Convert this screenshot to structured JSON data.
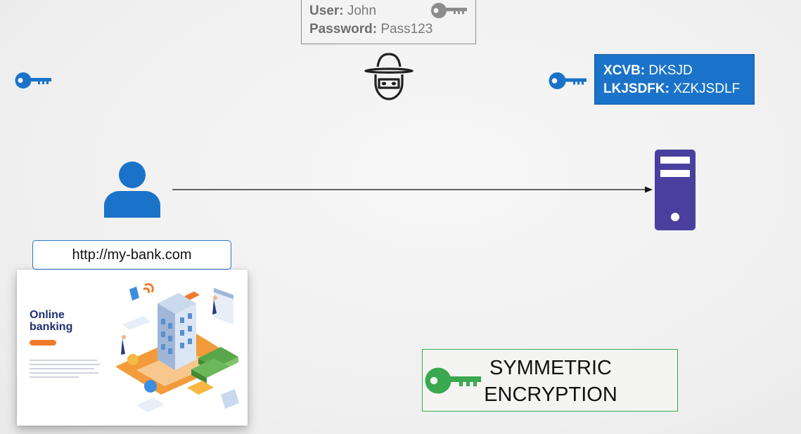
{
  "intercepted": {
    "user_label": "User:",
    "user_value": "John",
    "password_label": "Password:",
    "password_value": "Pass123"
  },
  "encrypted": {
    "key1_label": "XCVB:",
    "key1_value": "DKSJD",
    "key2_label": "LKJSDFK:",
    "key2_value": "XZKJSDLF"
  },
  "url": "http://my-bank.com",
  "bank_page": {
    "title_line1": "Online",
    "title_line2": "banking"
  },
  "symmetric": {
    "line1": "SYMMETRIC",
    "line2": "ENCRYPTION"
  },
  "colors": {
    "blue": "#1a73c8",
    "server_purple": "#4a3f9e",
    "key_green": "#3aa84e",
    "key_grey": "#8c8c8c"
  },
  "icons": [
    "key-icon",
    "hacker-icon",
    "user-icon",
    "server-icon"
  ]
}
